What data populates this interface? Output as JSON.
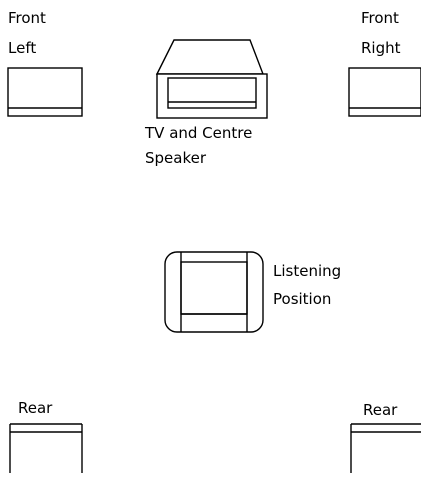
{
  "labels": {
    "front_left_line1": "Front",
    "front_left_line2": "Left",
    "front_right_line1": "Front",
    "front_right_line2": "Right",
    "tv_line1": "TV and Centre",
    "tv_line2": "Speaker",
    "listening_line1": "Listening",
    "listening_line2": "Position",
    "rear_left": "Rear",
    "rear_right": "Rear"
  },
  "colors": {
    "background": "#ffffff",
    "line": "#000000"
  }
}
